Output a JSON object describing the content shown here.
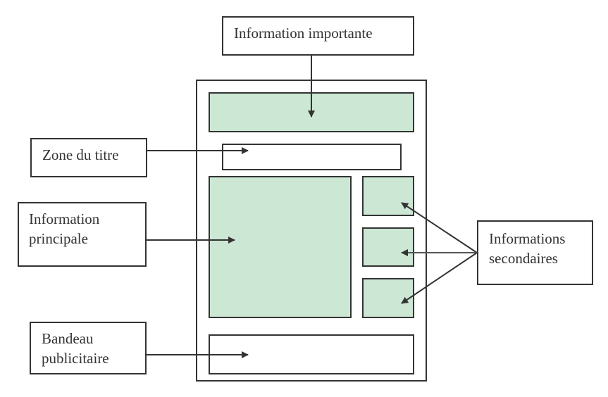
{
  "diagram": {
    "title": "Structure d'une page",
    "colors": {
      "highlight": "#cce7d3",
      "stroke": "#333333"
    },
    "labels": {
      "important": "Information importante",
      "title_zone": "Zone du titre",
      "main_info": "Information\nprincipale",
      "secondary": "Informations\nsecondaires",
      "banner": "Bandeau\npublicitaire"
    },
    "blocks": [
      {
        "id": "important-block",
        "highlighted": true,
        "annotation": "important"
      },
      {
        "id": "title-block",
        "highlighted": false,
        "annotation": "title_zone"
      },
      {
        "id": "main-block",
        "highlighted": true,
        "annotation": "main_info"
      },
      {
        "id": "secondary-block-1",
        "highlighted": true,
        "annotation": "secondary"
      },
      {
        "id": "secondary-block-2",
        "highlighted": true,
        "annotation": "secondary"
      },
      {
        "id": "secondary-block-3",
        "highlighted": true,
        "annotation": "secondary"
      },
      {
        "id": "banner-block",
        "highlighted": false,
        "annotation": "banner"
      }
    ]
  }
}
